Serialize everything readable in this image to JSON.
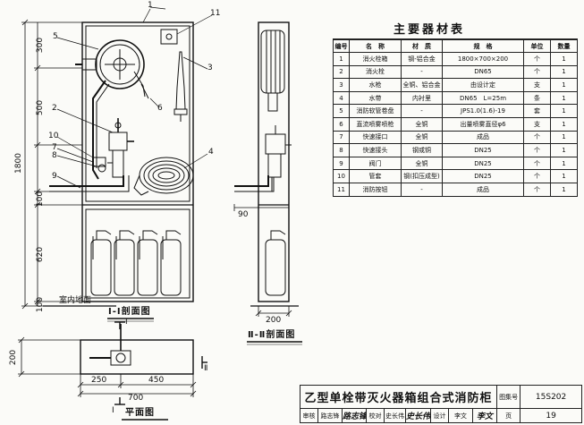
{
  "section_views": {
    "section_1": "Ⅰ-Ⅰ剖面图",
    "section_2": "Ⅱ-Ⅱ剖面图",
    "plan": "平面图",
    "floor_label": "室内地面",
    "cut_mark_1": "Ⅰ",
    "cut_mark_2": "Ⅱ"
  },
  "dimensions": {
    "overall_height": "1800",
    "d300": "300",
    "d500": "500",
    "d100_mid": "100",
    "d620": "620",
    "d100_bottom": "100",
    "s2_width": "200",
    "s2_offset": "90",
    "plan_depth": "200",
    "plan_d250": "250",
    "plan_d450": "450",
    "plan_width": "700"
  },
  "callouts": [
    "1",
    "11",
    "5",
    "3",
    "6",
    "2",
    "10",
    "7",
    "8",
    "9",
    "4"
  ],
  "material_table": {
    "title": "主要器材表",
    "headers": [
      "编号",
      "名　称",
      "材　质",
      "规　格",
      "单位",
      "数量"
    ],
    "rows": [
      [
        "1",
        "消火栓箱",
        "钢-铝合金",
        "1800×700×200",
        "个",
        "1"
      ],
      [
        "2",
        "消火栓",
        "-",
        "DN65",
        "个",
        "1"
      ],
      [
        "3",
        "水枪",
        "全铜、铝合金",
        "由设计定",
        "支",
        "1"
      ],
      [
        "4",
        "水带",
        "内衬里",
        "DN65　L=25m",
        "条",
        "1"
      ],
      [
        "5",
        "消防软管卷盘",
        "-",
        "JPS1.0(1.6)-19",
        "套",
        "1"
      ],
      [
        "6",
        "直流喷雾喷枪",
        "全铜",
        "出量喷雾直径φ6",
        "支",
        "1"
      ],
      [
        "7",
        "快速接口",
        "全铜",
        "成品",
        "个",
        "1"
      ],
      [
        "8",
        "快速接头",
        "钢或铜",
        "DN25",
        "个",
        "1"
      ],
      [
        "9",
        "阀门",
        "全铜",
        "DN25",
        "个",
        "1"
      ],
      [
        "10",
        "管套",
        "钢(扣压成型)",
        "DN25",
        "个",
        "1"
      ],
      [
        "11",
        "消防按钮",
        "-",
        "成品",
        "个",
        "1"
      ]
    ]
  },
  "title_block": {
    "title": "乙型单栓带灭火器箱组合式消防柜",
    "atlas_label": "图集号",
    "atlas_no": "15S202",
    "review_label": "审核",
    "reviewer": "路志锋",
    "reviewer_sig": "路志锋",
    "check_label": "校对",
    "checker": "史长伟",
    "checker_sig": "史长伟",
    "design_label": "设计",
    "designer": "李文",
    "designer_sig": "李文",
    "page_label": "页",
    "page_no": "19"
  }
}
